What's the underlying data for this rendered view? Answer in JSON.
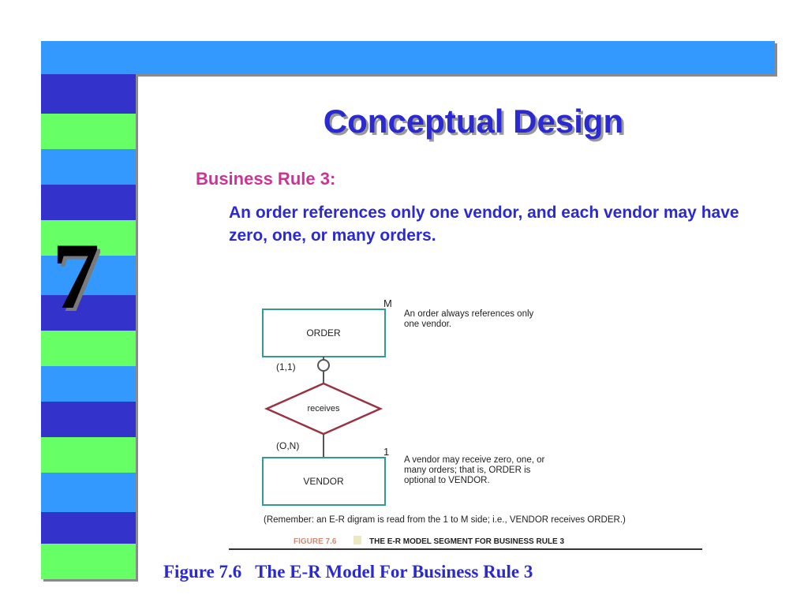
{
  "slide": {
    "chapter_number": "7",
    "title": "Conceptual Design",
    "rule_heading": "Business Rule 3:",
    "rule_text": "An order references only one vendor, and each vendor may have zero, one, or many orders.",
    "caption": "Figure 7.6   The E-R Model For Business Rule 3"
  },
  "diagram": {
    "order_entity": "ORDER",
    "vendor_entity": "VENDOR",
    "relationship": "receives",
    "order_cardinality": "M",
    "vendor_cardinality": "1",
    "order_participation": "(1,1)",
    "vendor_participation": "(O,N)",
    "note_order_1": "An order always references only",
    "note_order_2": "one vendor.",
    "note_vendor_1": "A vendor may receive zero, one, or",
    "note_vendor_2": "many orders; that is, ORDER is",
    "note_vendor_3": "optional to VENDOR.",
    "remember_note": "(Remember: an E-R digram is read from the 1 to M side; i.e., VENDOR receives ORDER.)",
    "figure_label": "FIGURE 7.6",
    "figure_title": "THE E-R MODEL SEGMENT FOR BUSINESS RULE 3"
  },
  "colors": {
    "blue_stripe": "#3399ff",
    "green_stripe": "#66ff66",
    "navy_stripe": "#3333cc",
    "title_blue": "#2a2ad0",
    "heading_magenta": "#cc3399",
    "entity_teal": "#339999",
    "relation_maroon": "#993344"
  }
}
